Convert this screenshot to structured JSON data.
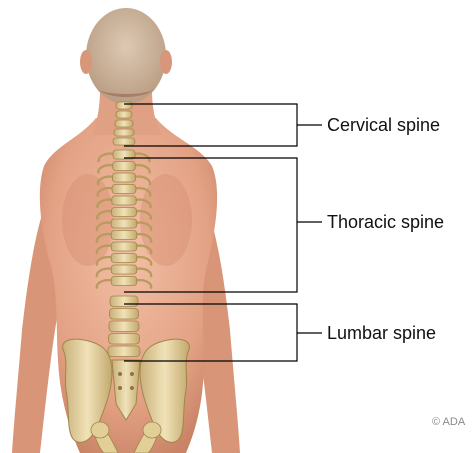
{
  "labels": {
    "cervical": "Cervical spine",
    "thoracic": "Thoracic spine",
    "lumbar": "Lumbar spine"
  },
  "copyright": "© ADA",
  "colors": {
    "skin": "#e7aa8f",
    "skin_shadow": "#c98466",
    "hair": "#c9b39c",
    "bone": "#e8d7a6",
    "bone_shadow": "#b89c5c",
    "bracket": "#000000"
  }
}
